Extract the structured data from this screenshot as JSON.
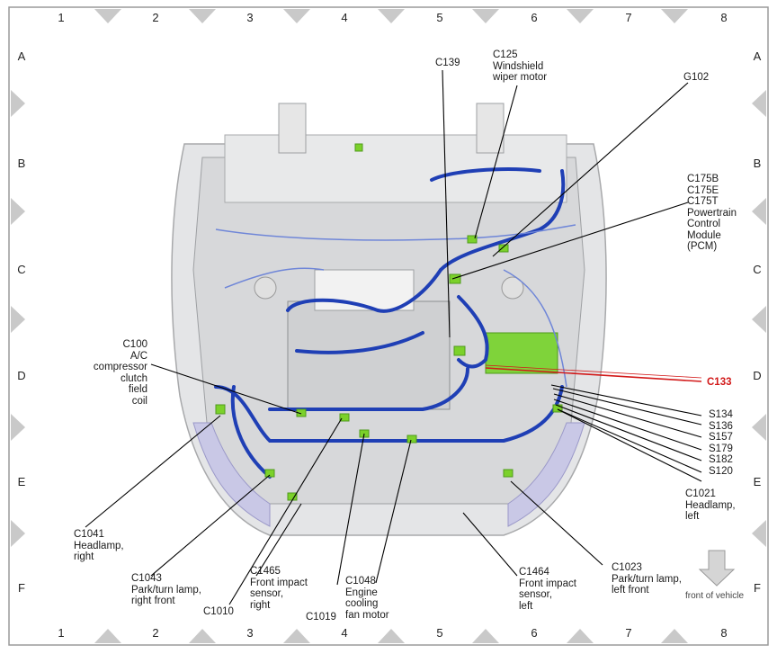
{
  "grid": {
    "columns": [
      "1",
      "2",
      "3",
      "4",
      "5",
      "6",
      "7",
      "8"
    ],
    "rows": [
      "A",
      "B",
      "C",
      "D",
      "E",
      "F"
    ]
  },
  "labels": {
    "c139": "C139",
    "c125": "C125\nWindshield\nwiper motor",
    "g102": "G102",
    "c175": "C175B\nC175E\nC175T\nPowertrain\nControl\nModule\n(PCM)",
    "c100": "C100\nA/C\ncompressor\nclutch\nfield\ncoil",
    "c133": "C133",
    "splices": "S134\nS136\nS157\nS179\nS182\nS120",
    "c1021": "C1021\nHeadlamp,\nleft",
    "c1041": "C1041\nHeadlamp,\nright",
    "c1043": "C1043\nPark/turn lamp,\nright front",
    "c1010": "C1010",
    "c1465": "C1465\nFront impact\nsensor,\nright",
    "c1019": "C1019",
    "c1048": "C1048\nEngine\ncooling\nfan motor",
    "c1464": "C1464\nFront impact\nsensor,\nleft",
    "c1023": "C1023\nPark/turn lamp,\nleft front",
    "front": "front of vehicle"
  },
  "colors": {
    "harness": "#1f3fb5",
    "connector": "#7bd12a",
    "highlight": "#d21919",
    "body": "#d9dadc",
    "frame": "#c8c8c8"
  }
}
